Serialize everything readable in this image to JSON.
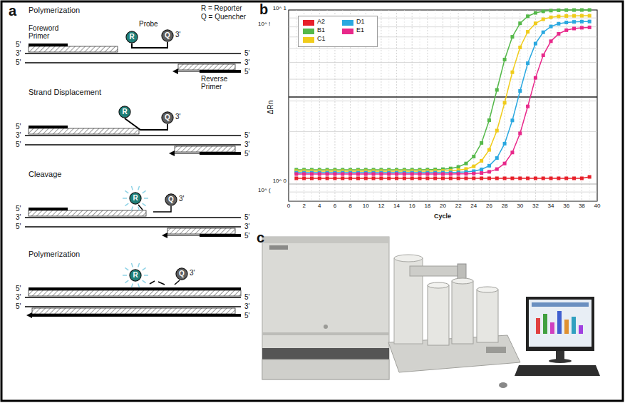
{
  "diagram": {
    "nodes": [
      {
        "text": [
          "R"
        ]
      },
      {
        "text": [
          "Q"
        ]
      },
      {
        "text": [
          "R"
        ]
      },
      {
        "text": [
          "Q"
        ]
      },
      {
        "text": [
          "R"
        ]
      },
      {
        "text": [
          "Q"
        ]
      },
      {
        "text": [
          "R"
        ]
      },
      {
        "text": [
          "Q"
        ]
      }
    ],
    "edges": [
      {
        "from": 0,
        "to": 1,
        "arrow": "none"
      },
      {
        "from": 2,
        "to": 3,
        "arrow": "none"
      }
    ],
    "labels": [
      "a",
      "Polymerization",
      "R = Reporter",
      "Q = Quencher",
      "Foreword Primer",
      "Probe",
      "3'",
      "5'",
      "3'",
      "5'",
      "5'",
      "3'",
      "5'",
      "Reverse Primer",
      "Strand Displacement",
      "3'",
      "5'",
      "3'",
      "5'",
      "5'",
      "3'",
      "5'",
      "Cleavage",
      "3'",
      "5'",
      "3'",
      "5'",
      "5'",
      "3'",
      "5'",
      "Polymerization",
      "3'",
      "5'",
      "3'",
      "5'",
      "5'",
      "3'",
      "5'",
      "b",
      "10^ 1",
      "10^ !",
      "10^ 0",
      "10^ (",
      "ΔRn",
      "0",
      "2",
      "4",
      "6",
      "8",
      "10",
      "12",
      "14",
      "16",
      "18",
      "20",
      "22",
      "24",
      "26",
      "28",
      "30",
      "32",
      "34",
      "36",
      "38",
      "40",
      "Cycle",
      "c"
    ],
    "legend": [
      {
        "text": "A2",
        "color": "#e8202a"
      },
      {
        "text": "B1",
        "color": "#55b84a"
      },
      {
        "text": "C1",
        "color": "#f0cc1c"
      },
      {
        "text": "D1",
        "color": "#2aa8e0"
      },
      {
        "text": "E1",
        "color": "#e8288a"
      }
    ]
  }
}
